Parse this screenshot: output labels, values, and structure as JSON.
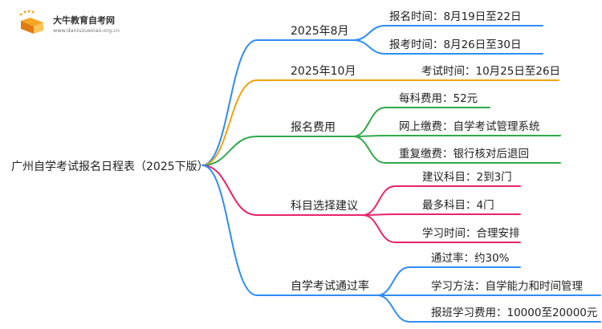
{
  "brand": {
    "name": "大牛教育自考网",
    "url": "www.daniuzuexiao.org.cn"
  },
  "root": "广州自学考试报名日程表（2025下版）",
  "branches": [
    {
      "key": "b1",
      "label": "2025年8月",
      "color": "#2f8df5",
      "children": [
        "报名时间：8月19日至22日",
        "报考时间：8月26日至30日"
      ]
    },
    {
      "key": "b2",
      "label": "2025年10月",
      "color": "#f0a30a",
      "children": [
        "考试时间：10月25日至26日"
      ]
    },
    {
      "key": "b3",
      "label": "报名费用",
      "color": "#2eaa4a",
      "children": [
        "每科费用：52元",
        "网上缴费：自学考试管理系统",
        "重复缴费：银行核对后退回"
      ]
    },
    {
      "key": "b4",
      "label": "科目选择建议",
      "color": "#e8246a",
      "children": [
        "建议科目：2到3门",
        "最多科目：4门",
        "学习时间：合理安排"
      ]
    },
    {
      "key": "b5",
      "label": "自学考试通过率",
      "color": "#2f8df5",
      "children": [
        "通过率：约30%",
        "学习方法：自学能力和时间管理",
        "报班学习费用：10000至20000元"
      ]
    }
  ]
}
